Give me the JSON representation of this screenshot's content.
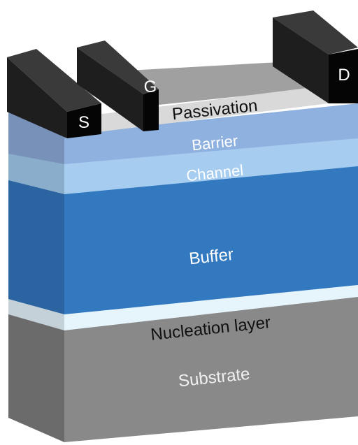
{
  "diagram": {
    "layers": {
      "passivation": "Passivation",
      "barrier": "Barrier",
      "channel": "Channel",
      "buffer": "Buffer",
      "nucleation": "Nucleation layer",
      "substrate": "Substrate"
    },
    "contacts": {
      "source": "S",
      "gate": "G",
      "drain": "D"
    }
  },
  "colors": {
    "substrate_front": "#898989",
    "substrate_side": "#6b6b6b",
    "nucleation_front": "#e7f5fc",
    "nucleation_side": "#c7d3da",
    "buffer_front": "#3379c0",
    "buffer_side": "#285f98",
    "channel_front": "#a6cdf0",
    "channel_side": "#8aaecb",
    "barrier_front": "#8fb1e0",
    "barrier_side": "#7a92b5",
    "passivation": "#d9d9d9",
    "passivation_back": "#b0b0b0",
    "contact_front": "#050505",
    "contact_side": "#1c1c1c",
    "contact_top": "#3a3a3a"
  }
}
